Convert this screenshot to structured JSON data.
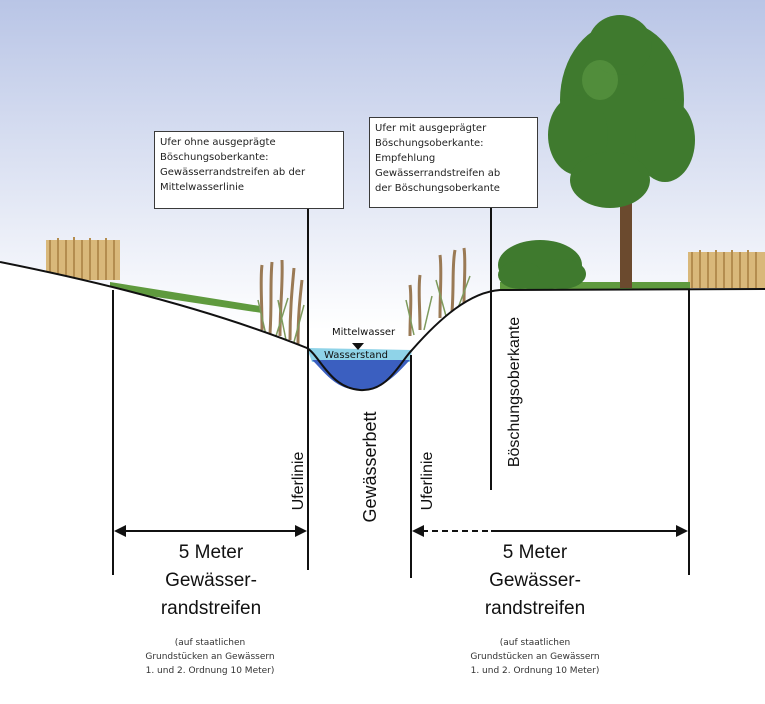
{
  "callouts": {
    "left": "Ufer ohne ausgeprägte\nBöschungsoberkante:\nGewässerrandstreifen ab der\nMittelwasserlinie",
    "right": "Ufer mit ausgeprägter\nBöschungsoberkante:\nEmpfehlung\nGewässerrandstreifen ab\nder Böschungsoberkante"
  },
  "water": {
    "mittelwasser": "Mittelwasser",
    "wasserstand": "Wasserstand"
  },
  "vertical_labels": {
    "uferlinie_left": "Uferlinie",
    "gewaesserbett": "Gewässerbett",
    "uferlinie_right": "Uferlinie",
    "boeschungsoberkante": "Böschungsoberkante"
  },
  "strips": {
    "left": {
      "line1": "5 Meter",
      "line2": "Gewässer-",
      "line3": "randstreifen",
      "note1": "(auf staatlichen",
      "note2": "Grundstücken an Gewässern",
      "note3": "1. und 2. Ordnung  10 Meter)"
    },
    "right": {
      "line1": "5 Meter",
      "line2": "Gewässer-",
      "line3": "randstreifen",
      "note1": "(auf staatlichen",
      "note2": "Grundstücken an Gewässern",
      "note3": "1. und 2. Ordnung  10 Meter)"
    }
  },
  "colors": {
    "sky_top": "#b9c5e6",
    "sky_bottom": "#ffffff",
    "grass": "#5f9a3e",
    "water_deep": "#3b5fc0",
    "water_surface": "#8fd3e8",
    "tree_foliage": "#3f7a2e",
    "tree_trunk": "#6b4a2e",
    "wheat": "#d9b87a",
    "line": "#111111"
  },
  "icons": [
    "wheat-field",
    "reed-grass",
    "bush",
    "tree"
  ]
}
